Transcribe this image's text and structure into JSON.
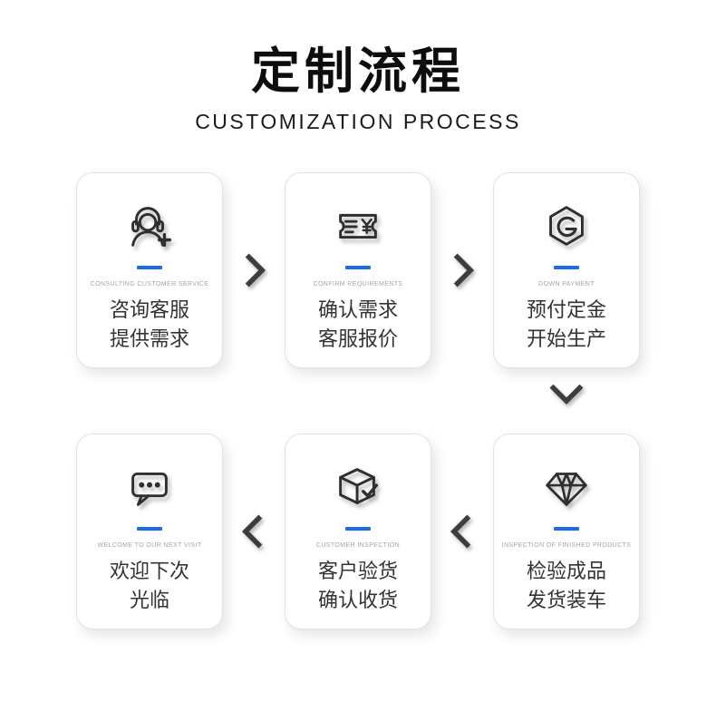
{
  "header": {
    "title": "定制流程",
    "subtitle": "CUSTOMIZATION PROCESS"
  },
  "colors": {
    "accent": "#1a6ce8",
    "icon": "#2f2f2f",
    "text": "#333333",
    "label": "#a5a5a5"
  },
  "steps": [
    {
      "icon": "customer-service-headset-icon",
      "label_en": "CONSULTING CUSTOMER SERVICE",
      "zh_line1": "咨询客服",
      "zh_line2": "提供需求"
    },
    {
      "icon": "ticket-quote-icon",
      "label_en": "CONFIRM REQUIREMENTS",
      "zh_line1": "确认需求",
      "zh_line2": "客服报价"
    },
    {
      "icon": "coin-payment-icon",
      "label_en": "DOWN PAYMENT",
      "zh_line1": "预付定金",
      "zh_line2": "开始生产"
    },
    {
      "icon": "diamond-icon",
      "label_en": "INSPECTION OF FINISHED PRODUCTS",
      "zh_line1": "检验成品",
      "zh_line2": "发货装车"
    },
    {
      "icon": "package-check-icon",
      "label_en": "CUSTOMER INSPECTION",
      "zh_line1": "客户验货",
      "zh_line2": "确认收货"
    },
    {
      "icon": "chat-bubble-icon",
      "label_en": "WELCOME TO OUR NEXT VISIT",
      "zh_line1": "欢迎下次",
      "zh_line2": "光临"
    }
  ]
}
